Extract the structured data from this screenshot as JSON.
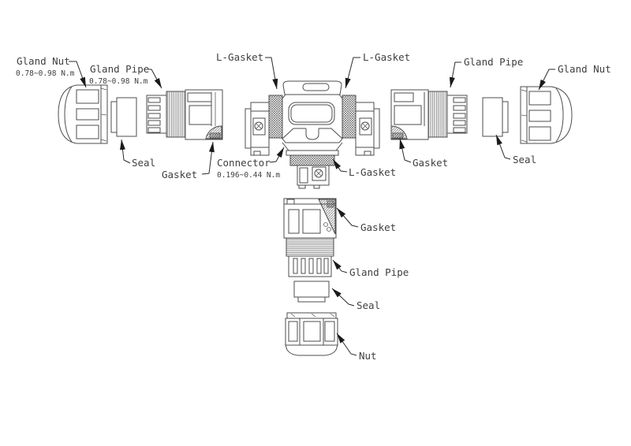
{
  "diagram": {
    "background": "#ffffff",
    "line_color": "#4d4d4d",
    "text_color": "#3f3f3f",
    "labels": {
      "gland_nut_left": "Gland Nut",
      "gland_nut_left_torque": "0.78~0.98 N.m",
      "gland_pipe_left": "Gland Pipe",
      "gland_pipe_left_torque": "0.78~0.98 N.m",
      "seal_left": "Seal",
      "gasket_left": "Gasket",
      "l_gasket_top_left": "L-Gasket",
      "l_gasket_top_right": "L-Gasket",
      "connector": "Connector",
      "connector_torque": "0.196~0.44 N.m",
      "l_gasket_bottom": "L-Gasket",
      "gasket_right": "Gasket",
      "gland_pipe_right": "Gland Pipe",
      "seal_right": "Seal",
      "gland_nut_right": "Gland Nut",
      "gasket_stack": "Gasket",
      "gland_pipe_stack": "Gland Pipe",
      "seal_stack": "Seal",
      "nut_stack": "Nut"
    }
  }
}
